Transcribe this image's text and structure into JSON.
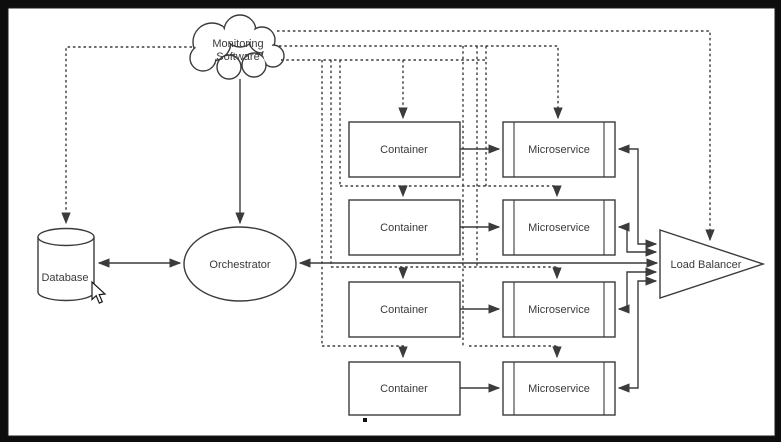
{
  "diagram": {
    "monitoring_software": {
      "line1": "Monitoring",
      "line2": "Software"
    },
    "database": {
      "label": "Database"
    },
    "orchestrator": {
      "label": "Orchestrator"
    },
    "load_balancer": {
      "label": "Load Balancer"
    },
    "containers": [
      {
        "label": "Container"
      },
      {
        "label": "Container"
      },
      {
        "label": "Container"
      },
      {
        "label": "Container"
      }
    ],
    "microservices": [
      {
        "label": "Microservice"
      },
      {
        "label": "Microservice"
      },
      {
        "label": "Microservice"
      },
      {
        "label": "Microservice"
      }
    ]
  },
  "colors": {
    "line": "#3b3b3b",
    "canvas": "#ffffff",
    "frame": "#0d0d0d"
  }
}
